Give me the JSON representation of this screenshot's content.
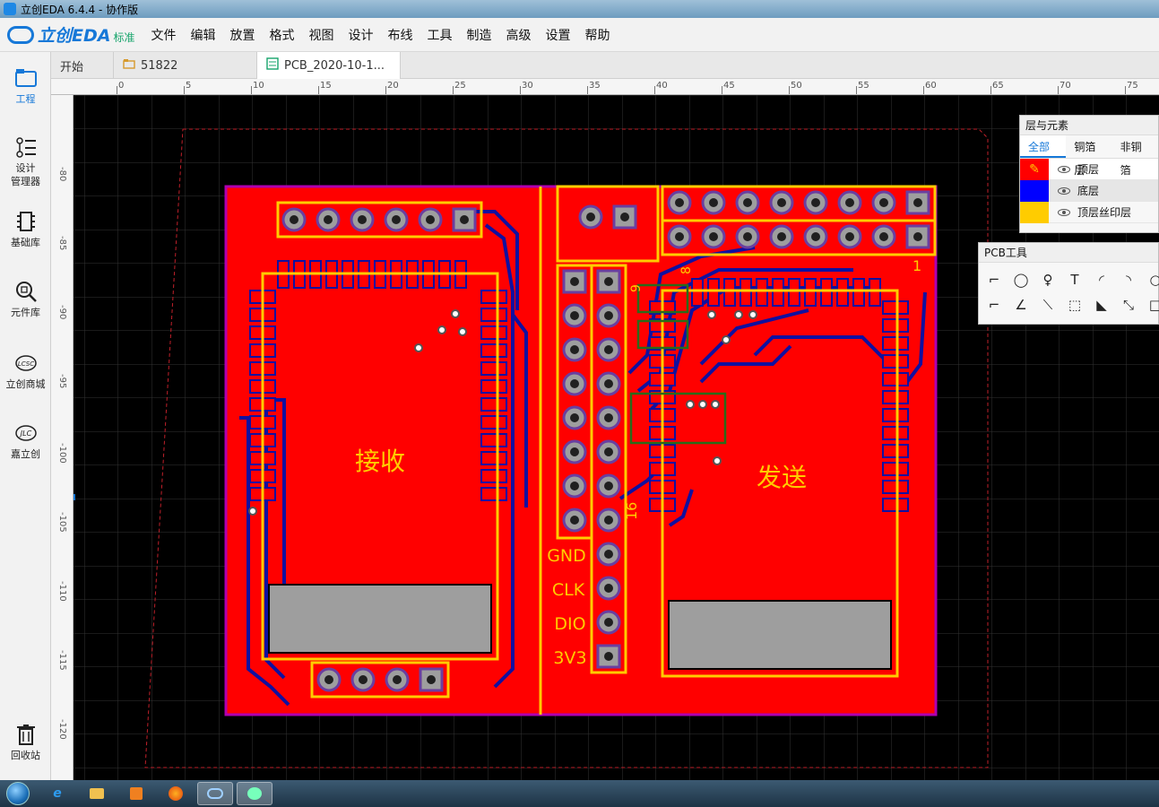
{
  "window": {
    "title": "立创EDA 6.4.4 - 协作版"
  },
  "logo": {
    "name": "立创EDA",
    "edition": "标准"
  },
  "menu": [
    "文件",
    "编辑",
    "放置",
    "格式",
    "视图",
    "设计",
    "布线",
    "工具",
    "制造",
    "高级",
    "设置",
    "帮助"
  ],
  "sidebar": [
    {
      "label": "工程"
    },
    {
      "label": "设计\n管理器"
    },
    {
      "label": "基础库"
    },
    {
      "label": "元件库"
    },
    {
      "label": "立创商城"
    },
    {
      "label": "嘉立创"
    },
    {
      "label": "回收站"
    }
  ],
  "tabs": [
    {
      "label": "开始"
    },
    {
      "label": "51822"
    },
    {
      "label": "PCB_2020-10-1..."
    }
  ],
  "ruler_top": [
    "0",
    "5",
    "10",
    "15",
    "20",
    "25",
    "30",
    "35",
    "40",
    "45",
    "50",
    "55",
    "60",
    "65",
    "70",
    "75"
  ],
  "ruler_left": [
    "-80",
    "-85",
    "-90",
    "-95",
    "-100",
    "-105",
    "-110",
    "-115",
    "-120"
  ],
  "pcb": {
    "left_label": "接收",
    "right_label": "发送",
    "pin_labels": [
      "GND",
      "CLK",
      "DIO",
      "3V3"
    ],
    "pin_num_16": "16",
    "pin_num_1": "1",
    "pin_num_9": "9",
    "pin_num_8": "8"
  },
  "layers_panel": {
    "title": "层与元素",
    "tabs": [
      "全部层",
      "铜箔层",
      "非铜箔"
    ],
    "rows": [
      {
        "name": "顶层",
        "color": "#ff0000"
      },
      {
        "name": "底层",
        "color": "#0000ff"
      },
      {
        "name": "顶层丝印层",
        "color": "#ffcc00"
      }
    ]
  },
  "pcb_tools": {
    "title": "PCB工具",
    "tools": [
      {
        "icon": "wire-icon",
        "glyph": "⌐"
      },
      {
        "icon": "via-icon",
        "glyph": "◯"
      },
      {
        "icon": "pad-icon",
        "glyph": "♀"
      },
      {
        "icon": "text-icon",
        "glyph": "T"
      },
      {
        "icon": "arc-icon",
        "glyph": "◜"
      },
      {
        "icon": "arc2-icon",
        "glyph": "◝"
      },
      {
        "icon": "circle-icon",
        "glyph": "○"
      },
      {
        "icon": "dimension-icon",
        "glyph": "⌐"
      },
      {
        "icon": "angle-icon",
        "glyph": "∠"
      },
      {
        "icon": "connect-icon",
        "glyph": "⟍"
      },
      {
        "icon": "region-icon",
        "glyph": "⬚"
      },
      {
        "icon": "solid-region-icon",
        "glyph": "◣"
      },
      {
        "icon": "measure-icon",
        "glyph": "⤡"
      },
      {
        "icon": "rect-icon",
        "glyph": "□"
      }
    ]
  },
  "taskbar": [
    "ie-icon",
    "explorer-icon",
    "media-icon",
    "firefox-icon",
    "eda-icon",
    "app-icon"
  ]
}
